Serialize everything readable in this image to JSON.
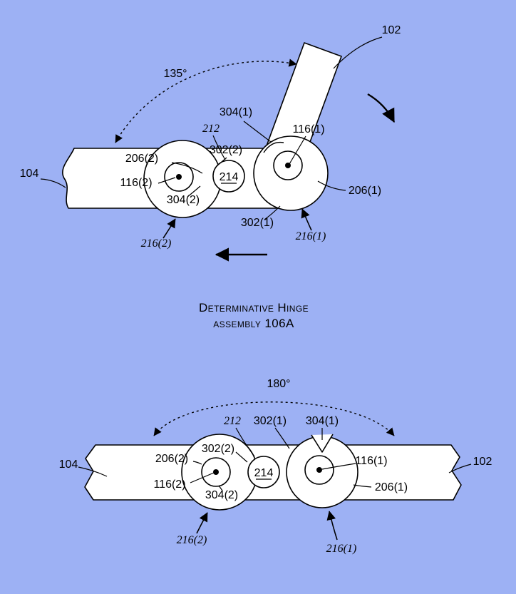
{
  "colors": {
    "background": "#9db1f4",
    "ink": "#000000",
    "paper": "#ffffff"
  },
  "caption": {
    "line1": "Determinative Hinge",
    "line2": "assembly 106A"
  },
  "views": {
    "folded": {
      "angle": "135°",
      "n102": "102",
      "n104": "104",
      "n212": "212",
      "n214": "214",
      "n116_1": "116(1)",
      "n116_2": "116(2)",
      "n206_1": "206(1)",
      "n206_2": "206(2)",
      "n302_1": "302(1)",
      "n302_2": "302(2)",
      "n304_1": "304(1)",
      "n304_2": "304(2)",
      "n216_1": "216(1)",
      "n216_2": "216(2)"
    },
    "flat": {
      "angle": "180°",
      "n102": "102",
      "n104": "104",
      "n212": "212",
      "n214": "214",
      "n116_1": "116(1)",
      "n116_2": "116(2)",
      "n206_1": "206(1)",
      "n206_2": "206(2)",
      "n302_1": "302(1)",
      "n302_2": "302(2)",
      "n304_1": "304(1)",
      "n304_2": "304(2)",
      "n216_1": "216(1)",
      "n216_2": "216(2)"
    }
  }
}
